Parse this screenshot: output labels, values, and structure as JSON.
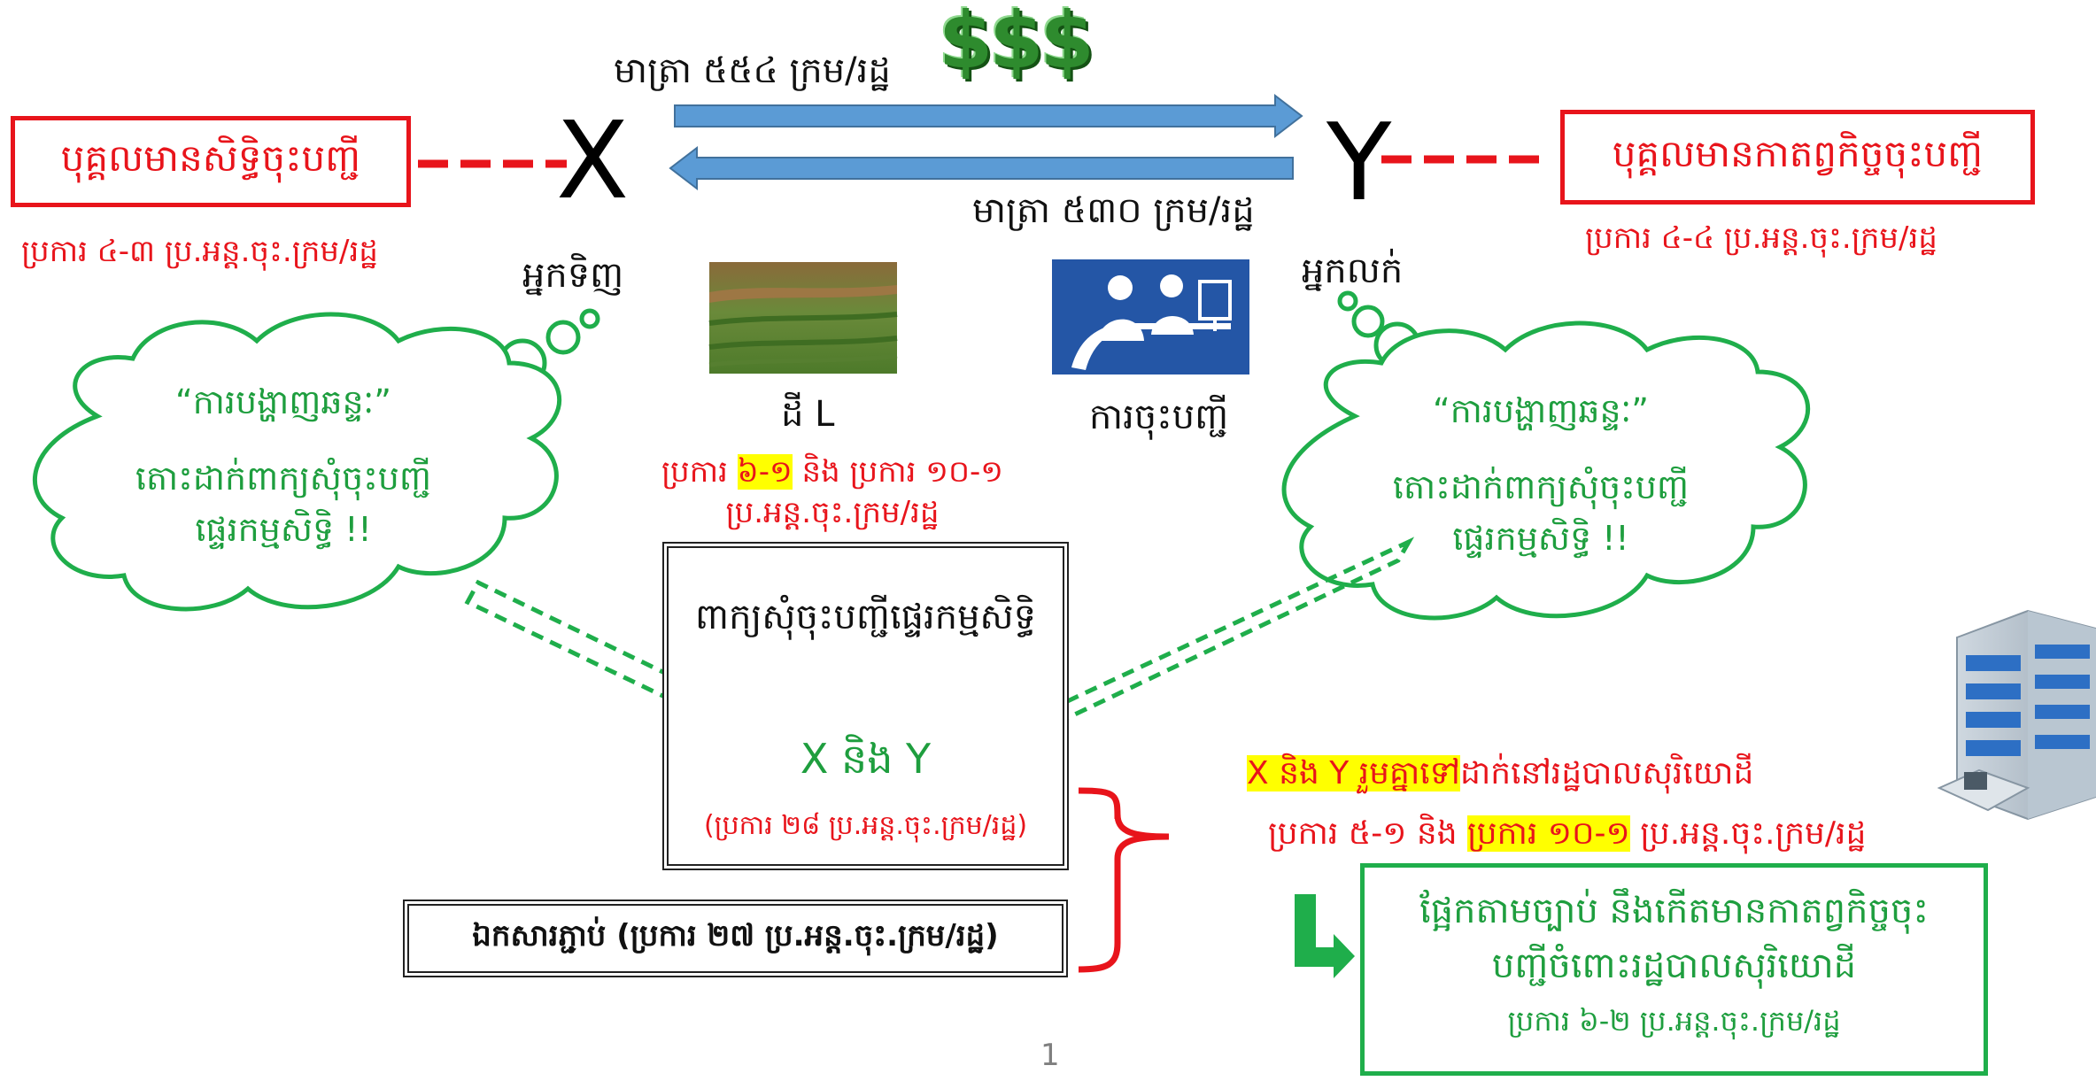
{
  "top_arrow_label": "មាត្រា ៥៥៤ ក្រម/រដ្ឋ",
  "dollar_signs": "$$$",
  "bottom_arrow_label": "មាត្រា  ៥៣០ ក្រម/រដ្ឋ",
  "party_x": {
    "letter": "X",
    "role": "អ្នកទិញ",
    "box_label": "បុគ្គលមានសិទ្ធិចុះបញ្ជី",
    "citation": "ប្រការ ៤-៣ ប្រ.អន្ត.ចុះ.ក្រម/រដ្ឋ"
  },
  "party_y": {
    "letter": "Y",
    "role": "អ្នកលក់",
    "box_label": "បុគ្គលមានកាតព្វកិច្ចចុះបញ្ជី",
    "citation": "ប្រការ ៤-៤ ប្រ.អន្ត.ចុះ.ក្រម/រដ្ឋ"
  },
  "land_caption": "ដី L",
  "registration_caption": "ការចុះបញ្ជី",
  "center_citation": {
    "prefix": "ប្រការ ",
    "highlight": "៦-១",
    "rest": " និង ប្រការ ១០-១",
    "line2": "ប្រ.អន្ត.ចុះ.ក្រម/រដ្ឋ"
  },
  "left_cloud": {
    "quote": "“ការបង្ហាញឆន្ទៈ”",
    "line1": "តោះដាក់ពាក្យសុំចុះបញ្ជី",
    "line2": "ផ្ទេរកម្មសិទ្ធិ !!"
  },
  "right_cloud": {
    "quote": "“ការបង្ហាញឆន្ទៈ”",
    "line1": "តោះដាក់ពាក្យសុំចុះបញ្ជី",
    "line2": "ផ្ទេរកម្មសិទ្ធិ !!"
  },
  "application_box": {
    "title": "ពាក្យសុំចុះបញ្ជីផ្ទេរកម្មសិទ្ធិ",
    "parties": "X និង Y",
    "citation": "(ប្រការ ២៨ ប្រ.អន្ត.ចុះ.ក្រម/រដ្ឋ)"
  },
  "attachment_box": "ឯកសារភ្ជាប់ (ប្រការ ២៧ ប្រ.អន្ត.ចុះ.ក្រម/រដ្ឋ)",
  "admin_note": {
    "highlight": "X និង Y រួមគ្នាទៅ",
    "rest": "ដាក់នៅរដ្ឋបាលសុរិយោដី",
    "cite_prefix": "ប្រការ ៥-១ និង ",
    "cite_highlight": "ប្រការ ១០-១",
    "cite_rest": " ប្រ.អន្ត.ចុះ.ក្រម/រដ្ឋ"
  },
  "result_box": {
    "line1": "ផ្អែកតាមច្បាប់ នឹងកើតមានកាតព្វកិច្ចចុះ",
    "line2": "បញ្ជីចំពោះរដ្ឋបាលសុរិយោដី",
    "citation": "ប្រការ ៦-២ ប្រ.អន្ត.ចុះ.ក្រម/រដ្ឋ"
  },
  "page_number": "1",
  "colors": {
    "red": "#e8141b",
    "green": "#1e9e3e",
    "arrow_blue": "#5b9bd5",
    "highlight": "#ffff00"
  }
}
